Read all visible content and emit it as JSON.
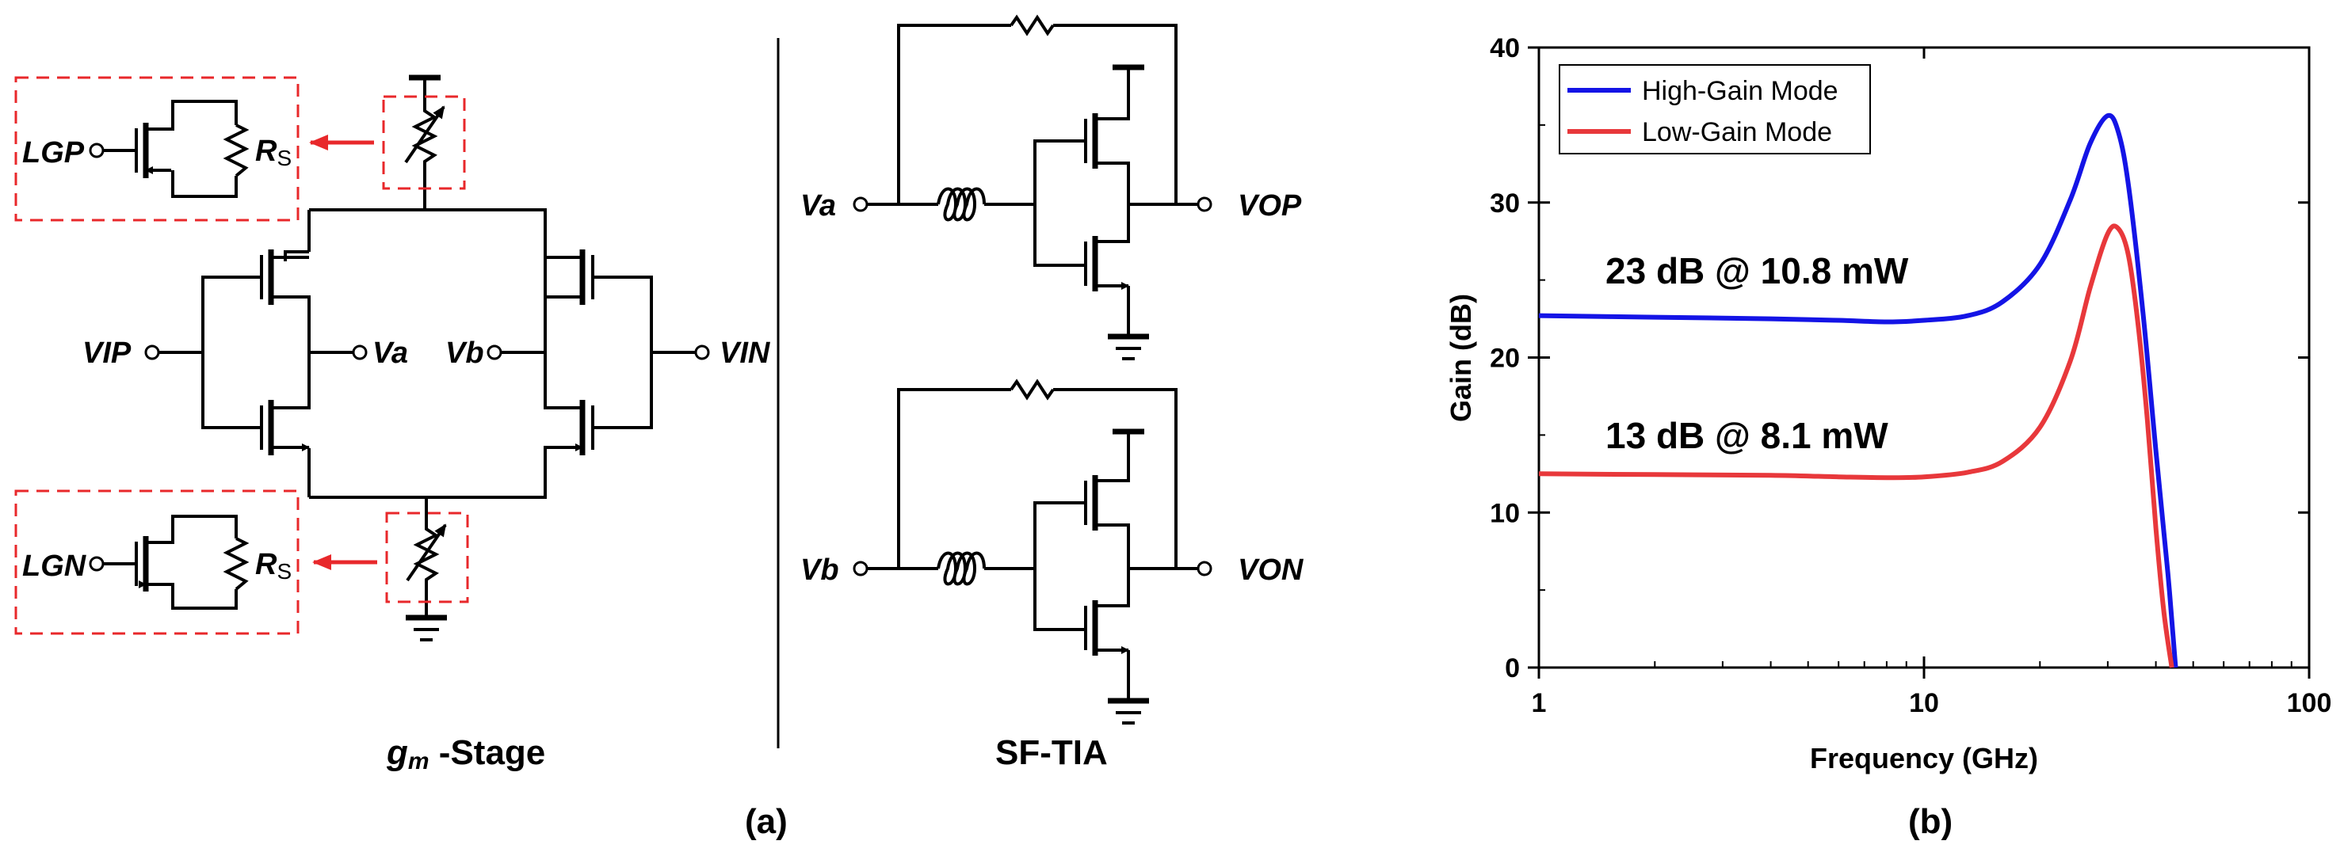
{
  "labels": {
    "lgp": "LGP",
    "lgn": "LGN",
    "rs_main": "R",
    "rs_sub": "S",
    "vip": "VIP",
    "va": "Va",
    "vb": "Vb",
    "vin": "VIN",
    "vop": "VOP",
    "von": "VON"
  },
  "captions": {
    "gm_g": "g",
    "gm_m": "m",
    "gm_stage": " -Stage",
    "sftia": "SF-TIA",
    "a": "(a)",
    "b": "(b)"
  },
  "colors": {
    "high": "#1414e6",
    "low": "#e8383b",
    "dash": "#e8282b",
    "arrow": "#e8282b"
  },
  "chart_data": {
    "type": "line",
    "xlabel": "Frequency (GHz)",
    "ylabel": "Gain (dB)",
    "xscale": "log",
    "xlim": [
      1,
      100
    ],
    "ylim": [
      0,
      40
    ],
    "xticks": [
      "1",
      "10",
      "100"
    ],
    "yticks": [
      "0",
      "10",
      "20",
      "30",
      "40"
    ],
    "legend_position": "top-left",
    "series": [
      {
        "name": "High-Gain Mode",
        "color": "#1414e6",
        "x": [
          1,
          2,
          4,
          6,
          8,
          10,
          13,
          16,
          20,
          24,
          27,
          30,
          32,
          34,
          37,
          40,
          43,
          45
        ],
        "y": [
          22.7,
          22.6,
          22.5,
          22.4,
          22.3,
          22.4,
          22.7,
          23.6,
          26,
          30.2,
          33.8,
          35.6,
          34.5,
          31,
          23,
          14,
          6,
          0
        ]
      },
      {
        "name": "Low-Gain Mode",
        "color": "#e8383b",
        "x": [
          1,
          2,
          4,
          6,
          8,
          10,
          13,
          16,
          20,
          24,
          27,
          30,
          32,
          34,
          36,
          38,
          40,
          42,
          44
        ],
        "y": [
          12.5,
          12.45,
          12.4,
          12.3,
          12.25,
          12.3,
          12.6,
          13.3,
          15.5,
          19.8,
          24.5,
          28,
          28.3,
          26.5,
          22,
          16,
          9,
          3.5,
          0
        ]
      }
    ],
    "annotations": [
      "23 dB @ 10.8 mW",
      "13 dB @ 8.1 mW"
    ]
  }
}
